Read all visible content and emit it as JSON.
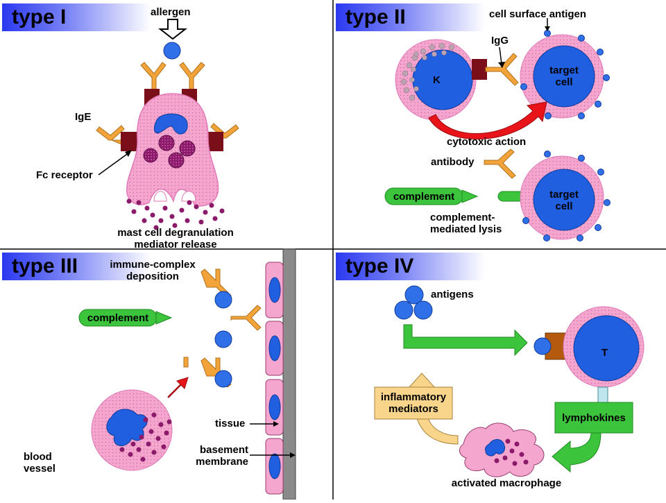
{
  "panels": {
    "type1": {
      "title": "type I",
      "labels": {
        "allergen": "allergen",
        "ige": "IgE",
        "fc_receptor": "Fc receptor",
        "caption_line1": "mast cell degranulation",
        "caption_line2": "mediator release"
      }
    },
    "type2": {
      "title": "type II",
      "labels": {
        "cell_surface_antigen": "cell surface antigen",
        "igg": "IgG",
        "k_cell": "K",
        "target_cell_line1": "target",
        "target_cell_line2": "cell",
        "cytotoxic_action": "cytotoxic action",
        "antibody": "antibody",
        "complement": "complement",
        "lysis_line1": "complement-",
        "lysis_line2": "mediated lysis"
      }
    },
    "type3": {
      "title": "type III",
      "labels": {
        "immune_complex_line1": "immune-complex",
        "immune_complex_line2": "deposition",
        "complement": "complement",
        "tissue": "tissue",
        "basement_line1": "basement",
        "basement_line2": "membrane",
        "blood_line1": "blood",
        "blood_line2": "vessel"
      }
    },
    "type4": {
      "title": "type IV",
      "labels": {
        "antigens": "antigens",
        "t_cell": "T",
        "inflammatory_line1": "inflammatory",
        "inflammatory_line2": "mediators",
        "lymphokines": "lymphokines",
        "activated_macrophage": "activated macrophage"
      }
    }
  },
  "colors": {
    "cell_pink": "#f4a6cf",
    "nucleus_blue": "#1f5fe0",
    "granule_purple": "#8b1a6b",
    "antibody_orange": "#f2a33a",
    "receptor_maroon": "#7a0f1a",
    "complement_green": "#3cc43c",
    "mediator_yellow": "#f9d58c",
    "arrow_red": "#e8141a",
    "tcr_brown": "#b35a0f",
    "membrane_gray": "#8a8a8a"
  }
}
